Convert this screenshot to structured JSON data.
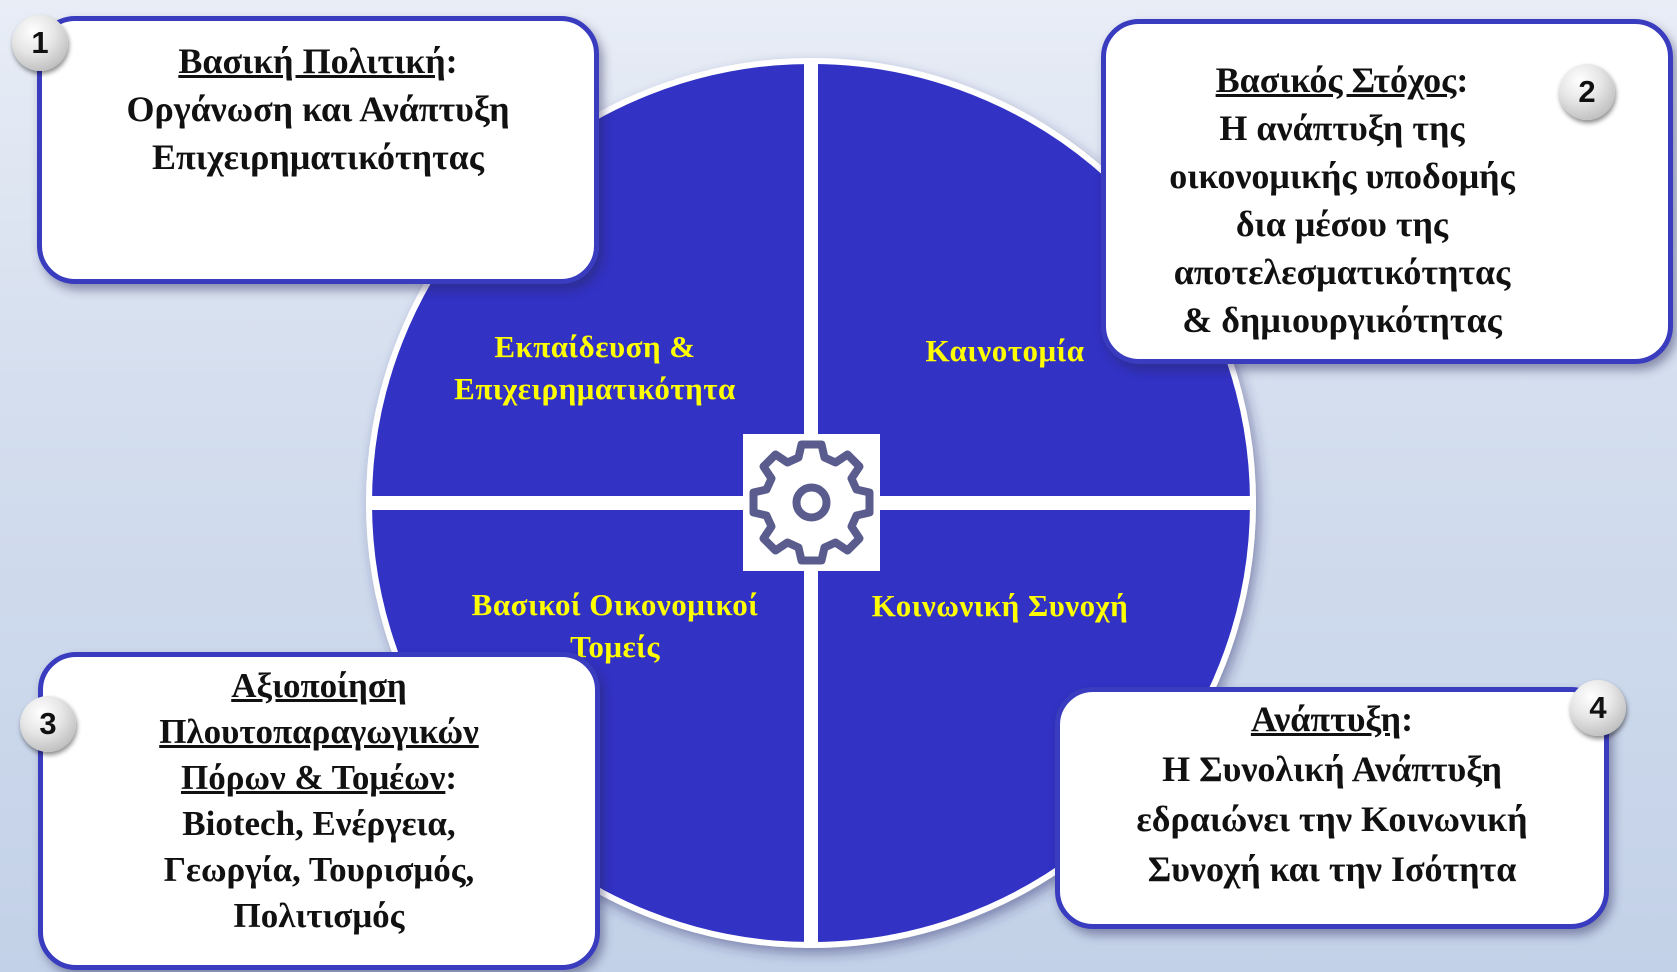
{
  "colors": {
    "circle_fill": "#3232c4",
    "circle_border": "#ffffff",
    "quadrant_text": "#ffff00",
    "card_border": "#3a3cc0"
  },
  "quadrants": {
    "top_left": [
      "Εκπαίδευση &",
      "Επιχειρηματικότητα"
    ],
    "top_right": [
      "Καινοτομία"
    ],
    "bottom_left": [
      "Βασικοί Οικονομικοί",
      "Τομείς"
    ],
    "bottom_right": [
      "Κοινωνική Συνοχή"
    ]
  },
  "center_icon": "gear-icon",
  "cards": {
    "c1": {
      "badge": "1",
      "heading": "Βασική Πολιτική",
      "colon": ":",
      "lines": [
        "Οργάνωση και Ανάπτυξη",
        "Επιχειρηματικότητας"
      ]
    },
    "c2": {
      "badge": "2",
      "heading": "Βασικός Στόχος",
      "colon": ":",
      "lines": [
        "Η ανάπτυξη της",
        "οικονομικής υποδομής",
        "δια μέσου της",
        "αποτελεσματικότητας",
        "& δημιουργικότητας"
      ]
    },
    "c3": {
      "badge": "3",
      "heading_lines": [
        "Αξιοποίηση",
        "Πλουτοπαραγωγικών",
        "Πόρων & Τομέων"
      ],
      "colon": ":",
      "lines": [
        "Biotech, Ενέργεια,",
        "Γεωργία, Τουρισμός,",
        "Πολιτισμός"
      ]
    },
    "c4": {
      "badge": "4",
      "heading": "Ανάπτυξη",
      "colon": ":",
      "lines": [
        "Η Συνολική Ανάπτυξη",
        "εδραιώνει την Κοινωνική",
        "Συνοχή και την Ισότητα"
      ]
    }
  }
}
